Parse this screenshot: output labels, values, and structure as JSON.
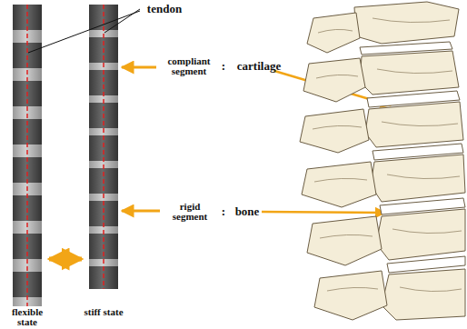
{
  "diagram": {
    "labels": [
      "tendon",
      "compliant segment",
      ":",
      "cartilage",
      "rigid segment",
      ":",
      "bone",
      "flexible state",
      "stiff state"
    ]
  }
}
